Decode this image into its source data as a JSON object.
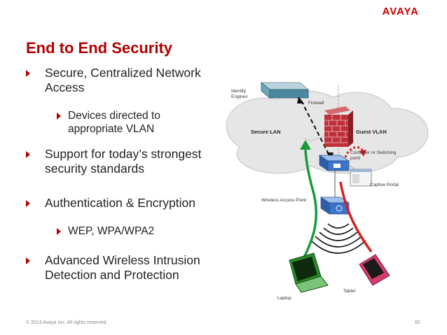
{
  "header": {
    "logo": "AVAYA"
  },
  "slide": {
    "title": "End to End Security",
    "bullets": [
      {
        "level": 1,
        "lines": [
          "Secure, Centralized Network",
          "Access"
        ]
      },
      {
        "level": 2,
        "lines": [
          "Devices directed to",
          "appropriate VLAN"
        ]
      },
      {
        "level": 1,
        "lines": [
          "Support for today’s strongest",
          "security standards"
        ]
      },
      {
        "level": 1,
        "lines": [
          "Authentication & Encryption"
        ]
      },
      {
        "level": 2,
        "lines": [
          "WEP, WPA/WPA2"
        ]
      },
      {
        "level": 1,
        "lines": [
          "Advanced Wireless Intrusion",
          "Detection and Protection"
        ]
      }
    ]
  },
  "diagram": {
    "labels": {
      "identity_engines": [
        "Identity",
        "Engines"
      ],
      "firewall": "Firewall",
      "secure_lan": "Secure LAN",
      "guest_vlan": "Guest VLAN",
      "controller": [
        "Controller or Switching",
        "point"
      ],
      "captive_portal": "Captive Portal",
      "wireless_ap": "Wireless Access Point",
      "tablet": "Tablet",
      "laptop": "Laptop"
    },
    "colors": {
      "secure_path": "#1a9a3a",
      "guest_path": "#d42020",
      "firewall": "#c0303a",
      "device": "#2d6fc4",
      "laptop": "#2a8a2a",
      "tablet": "#d63a6a"
    }
  },
  "footer": {
    "copyright": "© 2013 Avaya Inc. All rights reserved.",
    "page": "60"
  }
}
